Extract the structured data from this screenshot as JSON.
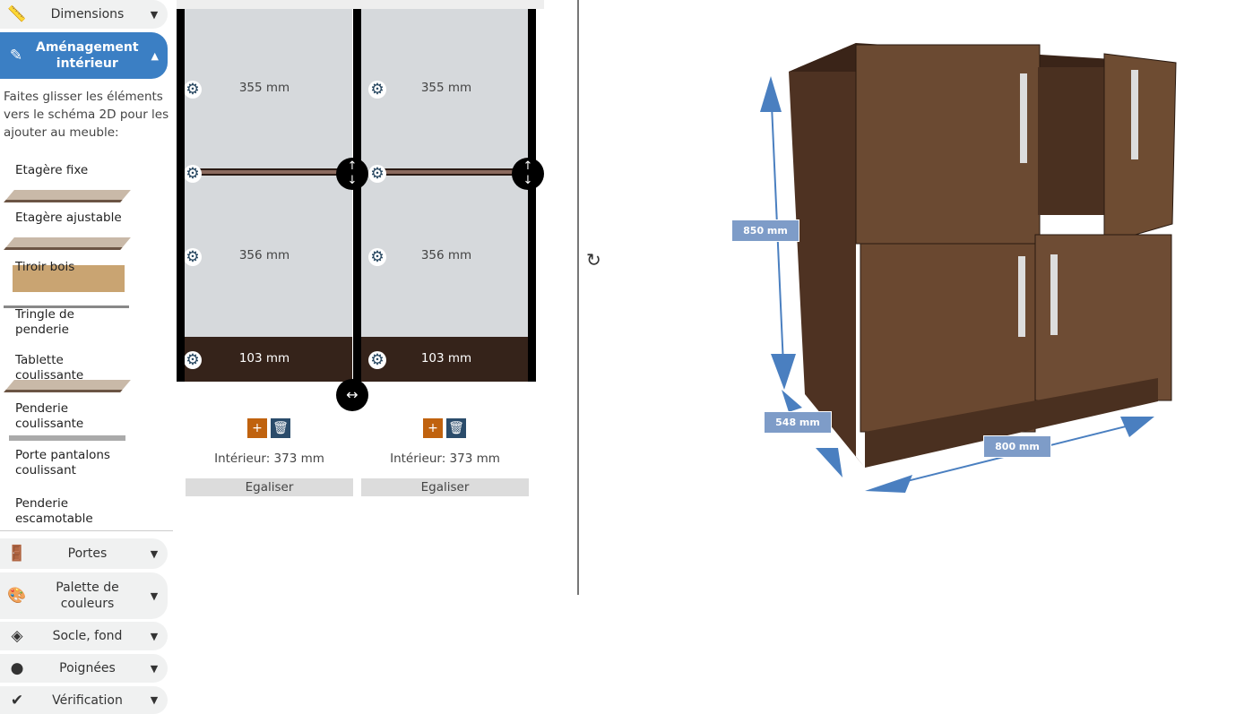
{
  "sidebar": {
    "sections": [
      {
        "label": "Dimensions",
        "icon": "ruler-icon",
        "open": false
      },
      {
        "label": "Aménagement intérieur",
        "icon": "edit-icon",
        "open": true
      },
      {
        "label": "Portes",
        "icon": "door-icon",
        "open": false
      },
      {
        "label": "Palette de couleurs",
        "icon": "palette-icon",
        "open": false
      },
      {
        "label": "Socle, fond",
        "icon": "box-icon",
        "open": false
      },
      {
        "label": "Poignées",
        "icon": "pin-icon",
        "open": false
      },
      {
        "label": "Vérification",
        "icon": "check-icon",
        "open": false
      }
    ],
    "description": "Faites glisser les éléments vers le schéma 2D pour les ajouter au meuble:",
    "elements": [
      "Etagère fixe",
      "Etagère ajustable",
      "Tiroir bois",
      "Tringle de penderie",
      "Tablette coulissante",
      "Penderie coulissante",
      "Porte pantalons coulissant",
      "Penderie escamotable"
    ]
  },
  "scheme": {
    "columns": [
      {
        "top": "355 mm",
        "middle": "356 mm",
        "socle": "103 mm",
        "interior": "Intérieur: 373 mm",
        "equalize": "Egaliser"
      },
      {
        "top": "355 mm",
        "middle": "356 mm",
        "socle": "103 mm",
        "interior": "Intérieur: 373 mm",
        "equalize": "Egaliser"
      }
    ],
    "add_label": "+",
    "accent_add": "#c0620e",
    "accent_delete": "#2b4c6b"
  },
  "view3d": {
    "rotate_icon": "rotate-icon",
    "height": "850 mm",
    "depth": "548 mm",
    "width": "800 mm"
  }
}
